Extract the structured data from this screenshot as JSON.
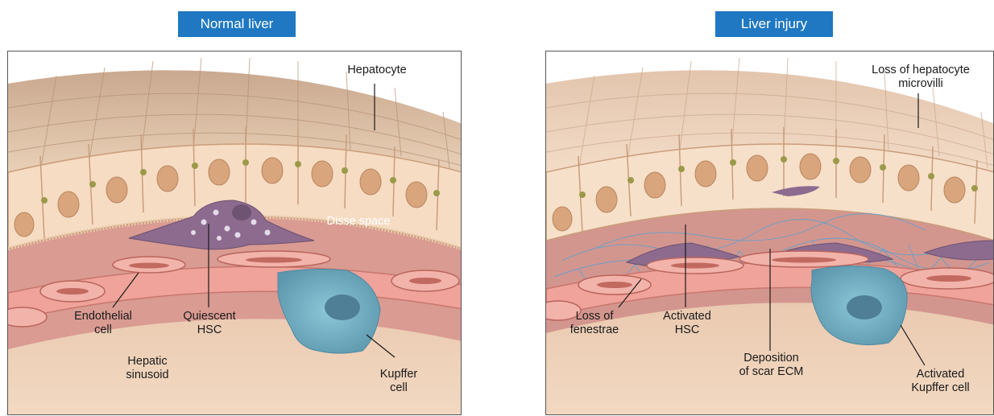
{
  "normal": {
    "title": "Normal liver",
    "labels": {
      "hepatocyte": "Hepatocyte",
      "disse_space": "Disse space",
      "endothelial_cell": "Endothelial\ncell",
      "quiescent_hsc": "Quiescent\nHSC",
      "hepatic_sinusoid": "Hepatic\nsinusoid",
      "kupffer_cell": "Kupffer\ncell"
    }
  },
  "injury": {
    "title": "Liver injury",
    "labels": {
      "loss_microvilli": "Loss of hepatocyte\nmicrovilli",
      "loss_fenestrae": "Loss of\nfenestrae",
      "activated_hsc": "Activated\nHSC",
      "deposition_ecm": "Deposition\nof scar ECM",
      "activated_kupffer": "Activated\nKupffer cell"
    }
  },
  "colors": {
    "title_bg": "#1f78c1",
    "hepatocyte": "#f6dcc3",
    "nucleus": "#d8a57c",
    "disse": "#dba199",
    "sinusoid": "#e9c2a2",
    "endothelial": "#efa39a",
    "kupffer": "#6aa3b9",
    "hsc": "#8c6b8f",
    "ecm": "#6f9fc4"
  }
}
